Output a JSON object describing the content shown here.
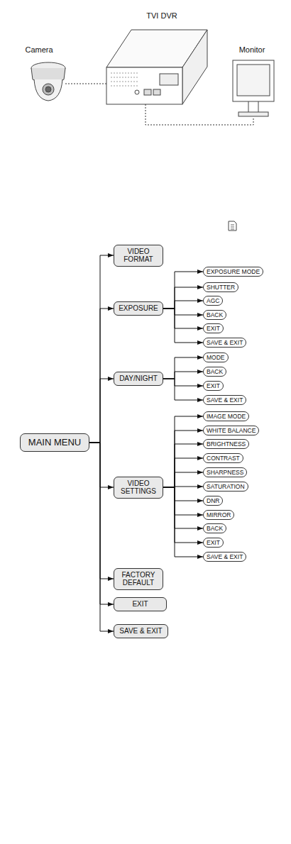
{
  "diagram": {
    "nodes": [
      {
        "text": [
          "MAIN MENU"
        ]
      },
      {
        "text": [
          "VIDEO FORMAT"
        ]
      },
      {
        "text": [
          "EXPOSURE"
        ]
      },
      {
        "text": [
          "EXPOSURE MODE"
        ]
      },
      {
        "text": [
          "SHUTTER"
        ]
      },
      {
        "text": [
          "AGC"
        ]
      },
      {
        "text": [
          "BACK"
        ]
      },
      {
        "text": [
          "EXIT"
        ]
      },
      {
        "text": [
          "SAVE & EXIT"
        ]
      },
      {
        "text": [
          "DAY/NIGHT"
        ]
      },
      {
        "text": [
          "MODE"
        ]
      },
      {
        "text": [
          "BACK"
        ]
      },
      {
        "text": [
          "EXIT"
        ]
      },
      {
        "text": [
          "SAVE & EXIT"
        ]
      },
      {
        "text": [
          "VIDEO SETTINGS"
        ]
      },
      {
        "text": [
          "IMAGE MODE"
        ]
      },
      {
        "text": [
          "WHITE BALANCE"
        ]
      },
      {
        "text": [
          "BRIGHTNESS"
        ]
      },
      {
        "text": [
          "CONTRAST"
        ]
      },
      {
        "text": [
          "SHARPNESS"
        ]
      },
      {
        "text": [
          "SATURATION"
        ]
      },
      {
        "text": [
          "DNR"
        ]
      },
      {
        "text": [
          "MIRROR"
        ]
      },
      {
        "text": [
          "BACK"
        ]
      },
      {
        "text": [
          "EXIT"
        ]
      },
      {
        "text": [
          "SAVE & EXIT"
        ]
      },
      {
        "text": [
          "FACTORY DEFAULT"
        ]
      },
      {
        "text": [
          "EXIT"
        ]
      },
      {
        "text": [
          "SAVE & EXIT"
        ]
      }
    ],
    "edges": [
      {
        "from": 0,
        "to": 1,
        "arrow": "to"
      },
      {
        "from": 0,
        "to": 2,
        "arrow": "to"
      },
      {
        "from": 0,
        "to": 9,
        "arrow": "to"
      },
      {
        "from": 0,
        "to": 14,
        "arrow": "to"
      },
      {
        "from": 0,
        "to": 26,
        "arrow": "to"
      },
      {
        "from": 0,
        "to": 27,
        "arrow": "to"
      },
      {
        "from": 0,
        "to": 28,
        "arrow": "to"
      },
      {
        "from": 2,
        "to": 3,
        "arrow": "to"
      },
      {
        "from": 2,
        "to": 4,
        "arrow": "to"
      },
      {
        "from": 2,
        "to": 5,
        "arrow": "to"
      },
      {
        "from": 2,
        "to": 6,
        "arrow": "to"
      },
      {
        "from": 2,
        "to": 7,
        "arrow": "to"
      },
      {
        "from": 2,
        "to": 8,
        "arrow": "to"
      },
      {
        "from": 9,
        "to": 10,
        "arrow": "to"
      },
      {
        "from": 9,
        "to": 11,
        "arrow": "to"
      },
      {
        "from": 9,
        "to": 12,
        "arrow": "to"
      },
      {
        "from": 9,
        "to": 13,
        "arrow": "to"
      },
      {
        "from": 14,
        "to": 15,
        "arrow": "to"
      },
      {
        "from": 14,
        "to": 16,
        "arrow": "to"
      },
      {
        "from": 14,
        "to": 17,
        "arrow": "to"
      },
      {
        "from": 14,
        "to": 18,
        "arrow": "to"
      },
      {
        "from": 14,
        "to": 19,
        "arrow": "to"
      },
      {
        "from": 14,
        "to": 20,
        "arrow": "to"
      },
      {
        "from": 14,
        "to": 21,
        "arrow": "to"
      },
      {
        "from": 14,
        "to": 22,
        "arrow": "to"
      },
      {
        "from": 14,
        "to": 23,
        "arrow": "to"
      },
      {
        "from": 14,
        "to": 24,
        "arrow": "to"
      },
      {
        "from": 14,
        "to": 25,
        "arrow": "to"
      }
    ],
    "labels": [
      "TVI DVR",
      "Camera",
      "Monitor"
    ]
  }
}
